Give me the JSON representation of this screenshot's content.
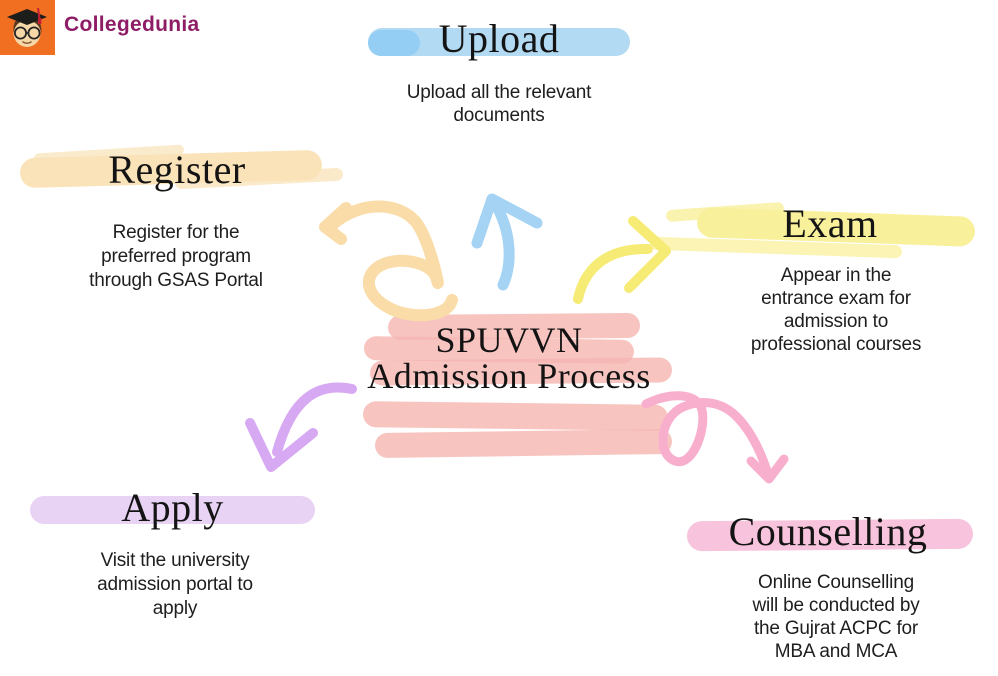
{
  "brand": {
    "name": "Collegedunia",
    "logo_bg": "#F06F21",
    "name_color": "#8E1D66"
  },
  "center": {
    "title_line1": "SPUVVN",
    "title_line2": "Admission Process",
    "highlight_color": "#F5B5B0"
  },
  "steps": {
    "upload": {
      "title": "Upload",
      "description": "Upload all the relevant\ndocuments",
      "highlight_color": "#B3DAF3",
      "arrow_color": "#A5D3F3"
    },
    "register": {
      "title": "Register",
      "description": "Register for the\npreferred program\nthrough GSAS Portal",
      "highlight_color": "#FAE3B8",
      "arrow_color": "#FADCA9"
    },
    "exam": {
      "title": "Exam",
      "description": "Appear in the\nentrance exam for\nadmission to\nprofessional courses",
      "highlight_color": "#F9F09B",
      "arrow_color": "#F6EB74"
    },
    "apply": {
      "title": "Apply",
      "description": "Visit the university\nadmission portal to\napply",
      "highlight_color": "#E9D3F5",
      "arrow_color": "#D8A9F3"
    },
    "counselling": {
      "title": "Counselling",
      "description": "Online Counselling\nwill be conducted by\nthe Gujrat ACPC for\nMBA and MCA",
      "highlight_color": "#F8C3DC",
      "arrow_color": "#F8AFCE"
    }
  }
}
